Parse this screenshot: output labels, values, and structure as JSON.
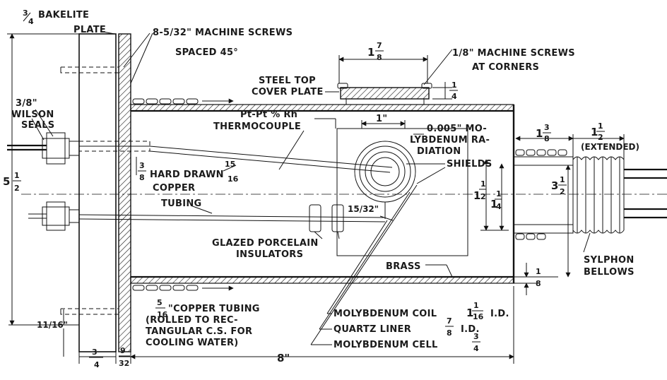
{
  "labels": {
    "bakelite_num": "3",
    "bakelite_den": "4",
    "bakelite_text": "BAKELITE",
    "bakelite_plate": "PLATE",
    "screws_main": "8-5/32\" MACHINE SCREWS",
    "screws_spacing": "SPACED 45°",
    "corner_screws_1": "1/8\" MACHINE SCREWS",
    "corner_screws_2": "AT CORNERS",
    "steel_top_1": "STEEL TOP",
    "steel_top_2": "COVER PLATE",
    "seals_1": "3/8\"",
    "seals_2": "WILSON",
    "seals_3": "SEALS",
    "thermo_1": "Pt-Pt % Rh",
    "thermo_2": "THERMOCOUPLE",
    "shields_1": "0.005\" MO-",
    "shields_2": "LYBDENUM RA-",
    "shields_3": "DIATION",
    "shields_4": "SHIELDS",
    "hard_drawn_1": "HARD DRAWN",
    "hard_drawn_2": "COPPER",
    "tubing": "TUBING",
    "porcelain_1": "GLAZED PORCELAIN",
    "porcelain_2": "INSULATORS",
    "brass": "BRASS",
    "sylphon_1": "SYLPHON",
    "sylphon_2": "BELLOWS",
    "extended": "(EXTENDED)",
    "copper_tubing_1": "\"COPPER TUBING",
    "copper_tubing_2": "(ROLLED TO REC-",
    "copper_tubing_3": "TANGULAR C.S. FOR",
    "copper_tubing_4": "COOLING WATER)",
    "moly_coil": "MOLYBDENUM COIL",
    "moly_coil_id": "I.D.",
    "quartz": "QUARTZ LINER",
    "quartz_id": "I.D.",
    "moly_cell": "MOLYBDENUM CELL"
  },
  "dims": {
    "top_width_whole": "1",
    "top_width_num": "7",
    "top_width_den": "8",
    "top_thk_num": "1",
    "top_thk_den": "4",
    "one_inch": "1\"",
    "left_whole": "5",
    "left_num": "1",
    "left_den": "2",
    "tube_num": "3",
    "tube_den": "8",
    "tube_b_num": "15",
    "tube_b_den": "16",
    "offset": "15/32\"",
    "inner1_whole": "1",
    "inner1_num": "1",
    "inner1_den": "2",
    "inner2_whole": "1",
    "inner2_num": "1",
    "inner2_den": "4",
    "bellows_len_whole": "1",
    "bellows_len_num": "3",
    "bellows_len_den": "8",
    "ext_whole": "1",
    "ext_num": "1",
    "ext_den": "2",
    "bellows_dia_whole": "3",
    "bellows_dia_num": "1",
    "bellows_dia_den": "2",
    "wall_num": "1",
    "wall_den": "8",
    "copper_num": "5",
    "copper_den": "16",
    "bottom_off": "11/16\"",
    "coil_whole": "1",
    "coil_num": "1",
    "coil_den": "16",
    "quartz_num": "7",
    "quartz_den": "8",
    "cell_num": "3",
    "cell_den": "4",
    "plate_thk_num": "3",
    "plate_thk_den": "4",
    "gap_num": "9",
    "gap_den": "32",
    "length": "8\""
  }
}
